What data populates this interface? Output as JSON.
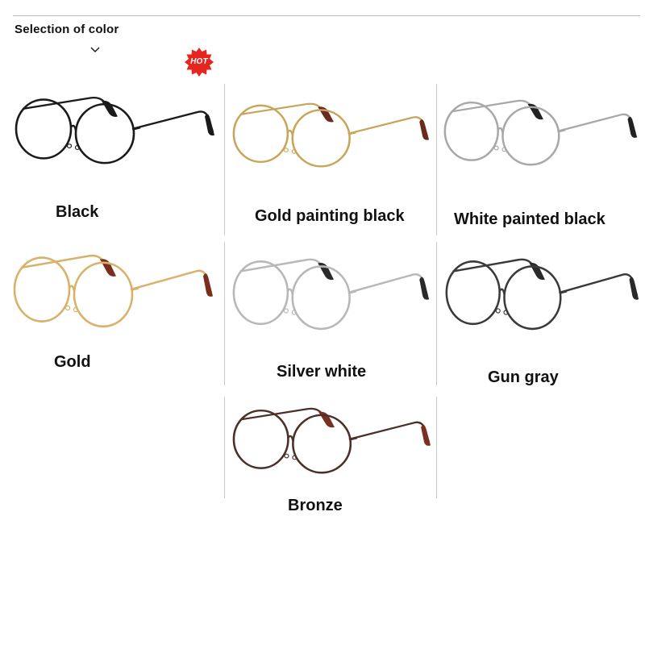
{
  "header": {
    "title": "Selection of color",
    "hot_badge": "HOT"
  },
  "icons": {
    "chevron": "chevron-down-icon",
    "glasses": "round-glasses-icon"
  },
  "colors": {
    "badge_red": "#e52520",
    "label_text": "#111111"
  },
  "options": [
    {
      "label": "Black",
      "frame_color": "#1a1a1a",
      "tip_color": "#1a1a1a"
    },
    {
      "label": "Gold painting black",
      "frame_color": "#c9a55a",
      "tip_color": "#6b2b1c"
    },
    {
      "label": "White painted black",
      "frame_color": "#a8a8a8",
      "tip_color": "#222222"
    },
    {
      "label": "Gold",
      "frame_color": "#d8b26a",
      "tip_color": "#7a2e1e"
    },
    {
      "label": "Silver white",
      "frame_color": "#b8b8b8",
      "tip_color": "#2a2a2a"
    },
    {
      "label": "Gun gray",
      "frame_color": "#3a3a3a",
      "tip_color": "#2a2a2a"
    },
    {
      "label": "Bronze",
      "frame_color": "#4a3028",
      "tip_color": "#7a3020"
    }
  ]
}
